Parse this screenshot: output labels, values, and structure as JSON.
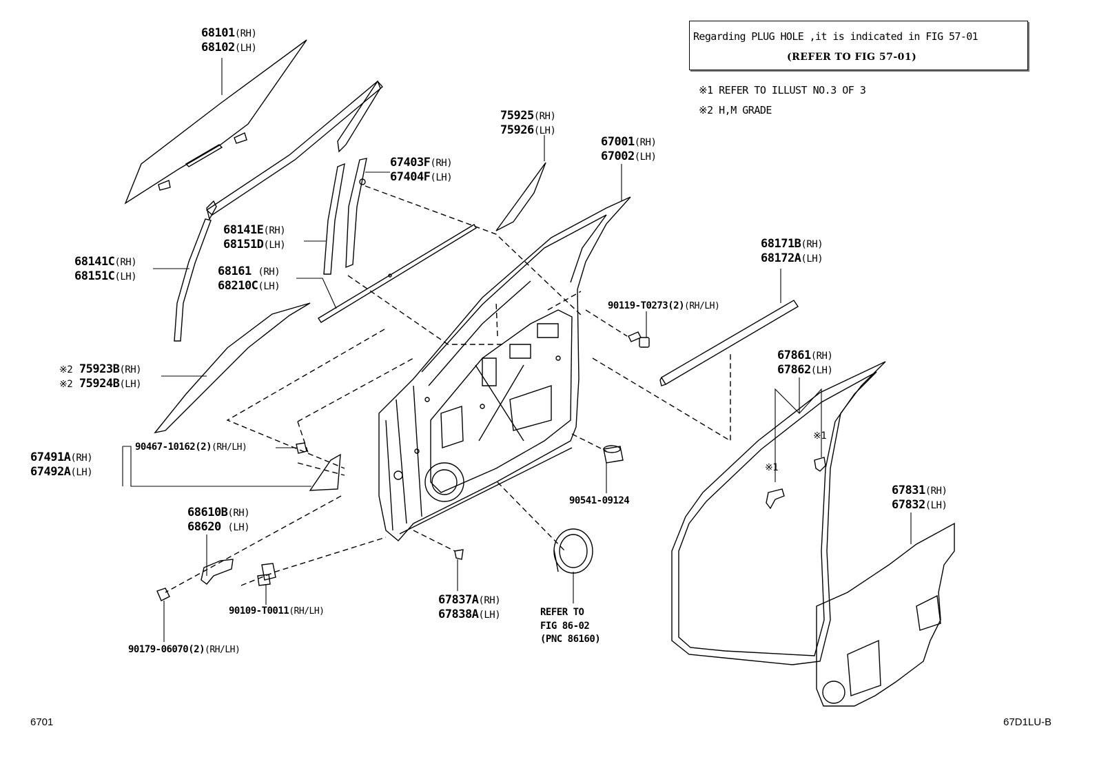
{
  "note": {
    "line1": "Regarding PLUG HOLE ,it is indicated in FIG 57-01",
    "line2": "(REFER TO FIG 57-01)"
  },
  "footnotes": {
    "n1": "※1 REFER TO ILLUST NO.3 OF 3",
    "n2": "※2 H,M GRADE"
  },
  "corner": {
    "left": "6701",
    "right": "67D1LU-B"
  },
  "parts": {
    "p68101": {
      "a": "68101",
      "as": "(RH)",
      "b": "68102",
      "bs": "(LH)"
    },
    "p75925": {
      "a": "75925",
      "as": "(RH)",
      "b": "75926",
      "bs": "(LH)"
    },
    "p67001": {
      "a": "67001",
      "as": "(RH)",
      "b": "67002",
      "bs": "(LH)"
    },
    "p67403": {
      "a": "67403F",
      "as": "(RH)",
      "b": "67404F",
      "bs": "(LH)"
    },
    "p68141E": {
      "a": "68141E",
      "as": "(RH)",
      "b": "68151D",
      "bs": "(LH)"
    },
    "p68141C": {
      "a": "68141C",
      "as": "(RH)",
      "b": "68151C",
      "bs": "(LH)"
    },
    "p68161": {
      "a": "68161 ",
      "as": "(RH)",
      "b": "68210C",
      "bs": "(LH)"
    },
    "p68171": {
      "a": "68171B",
      "as": "(RH)",
      "b": "68172A",
      "bs": "(LH)"
    },
    "p90119": {
      "a": "90119-T0273(2)",
      "as": "(RH/LH)"
    },
    "p75923": {
      "m1": "※2",
      "a": "75923B",
      "as": "(RH)",
      "m2": "※2",
      "b": "75924B",
      "bs": "(LH)"
    },
    "p67861": {
      "a": "67861",
      "as": "(RH)",
      "b": "67862",
      "bs": "(LH)",
      "k1": "※1",
      "k2": "※1"
    },
    "p90467": {
      "a": "90467-10162(2)",
      "as": "(RH/LH)"
    },
    "p67491": {
      "a": "67491A",
      "as": "(RH)",
      "b": "67492A",
      "bs": "(LH)"
    },
    "p90541": {
      "a": "90541-09124"
    },
    "p68610": {
      "a": "68610B",
      "as": "(RH)",
      "b": "68620 ",
      "bs": "(LH)"
    },
    "p67831": {
      "a": "67831",
      "as": "(RH)",
      "b": "67832",
      "bs": "(LH)"
    },
    "p67837": {
      "a": "67837A",
      "as": "(RH)",
      "b": "67838A",
      "bs": "(LH)"
    },
    "p90109": {
      "a": "90109-T0011",
      "as": "(RH/LH)"
    },
    "p90179": {
      "a": "90179-06070(2)",
      "as": "(RH/LH)"
    },
    "refer86": {
      "l1": "REFER TO",
      "l2": "FIG 86-02",
      "l3": "(PNC 86160)"
    }
  }
}
